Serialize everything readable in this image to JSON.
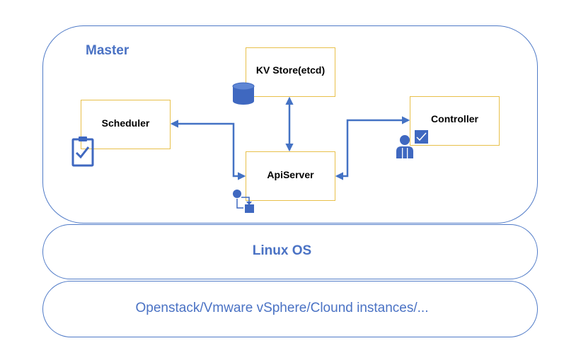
{
  "layers": {
    "master": "Master",
    "linux": "Linux OS",
    "infra": "Openstack/Vmware vSphere/Clound instances/..."
  },
  "components": {
    "kv_store": "KV Store(etcd)",
    "scheduler": "Scheduler",
    "api_server": "ApiServer",
    "controller": "Controller"
  },
  "icons": {
    "kv_store": "database-icon",
    "scheduler": "clipboard-check-icon",
    "api_server": "process-flow-icon",
    "controller": "user-check-icon"
  },
  "colors": {
    "layer_border": "#4f7ac7",
    "title_text": "#4a72c4",
    "component_border": "#e8c04a",
    "connector": "#4472c4",
    "icon_fill": "#3f68c0"
  }
}
